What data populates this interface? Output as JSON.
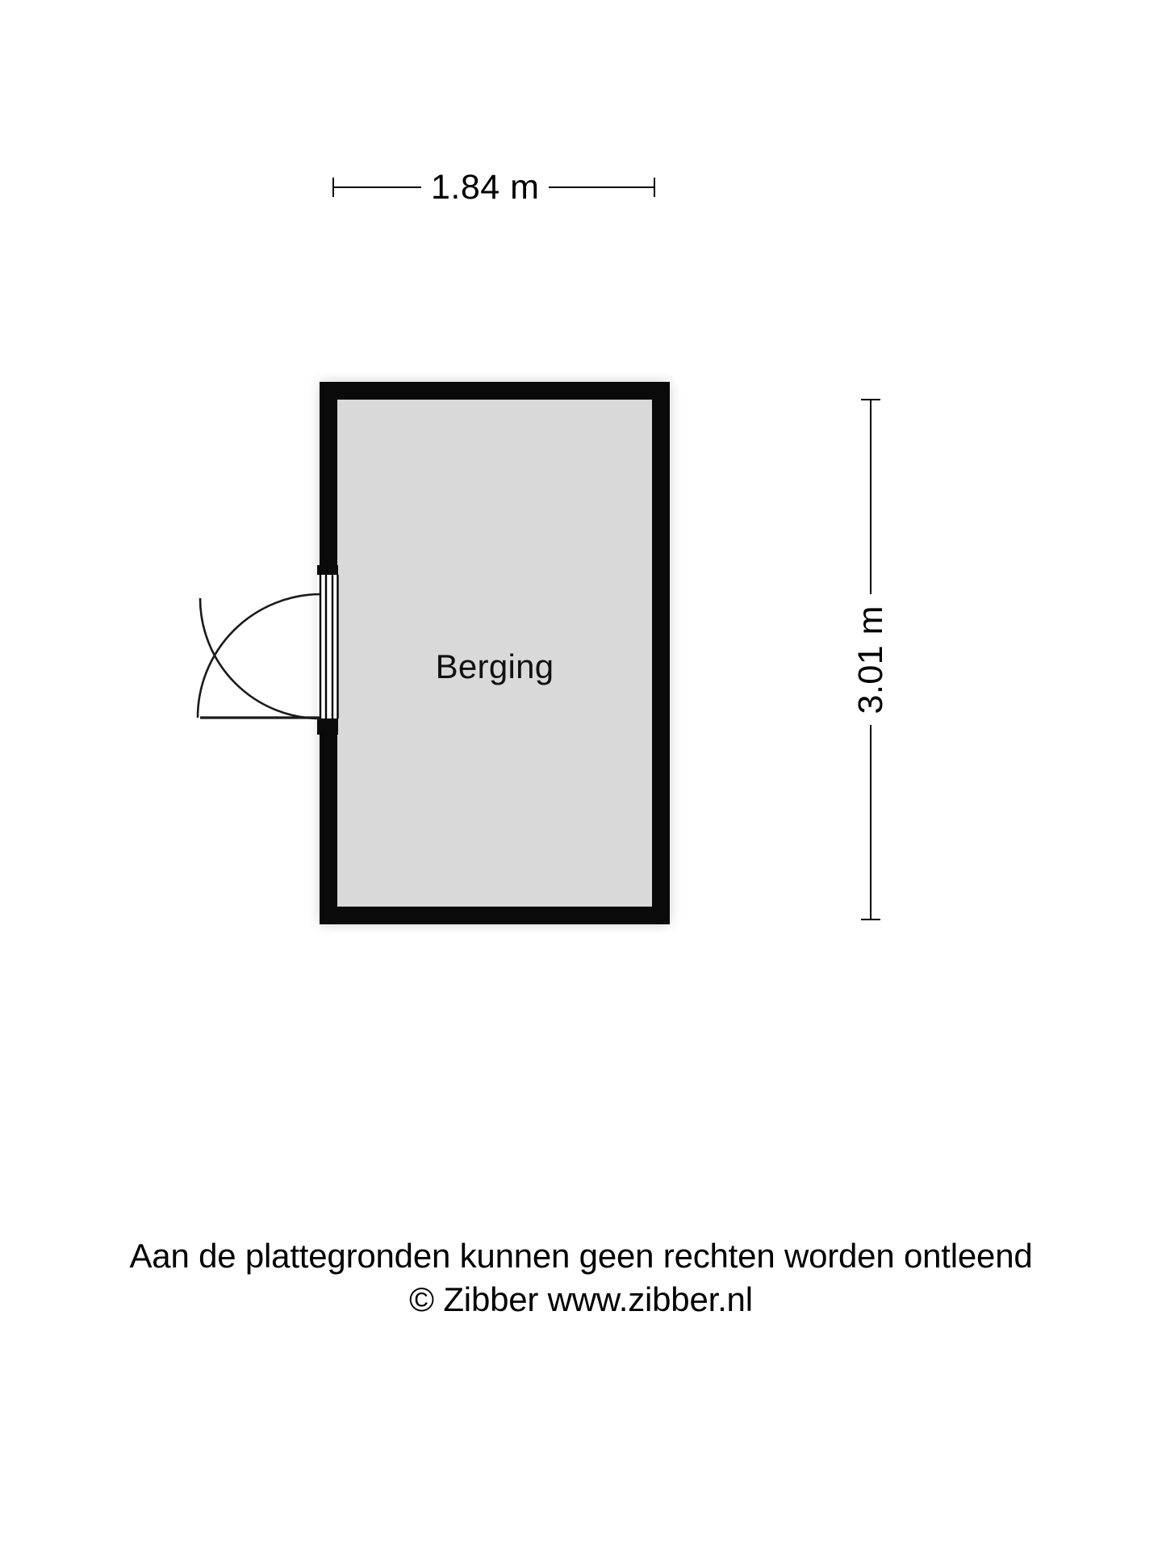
{
  "plan": {
    "room": {
      "label": "Berging",
      "fill_color": "#d9d9d9",
      "wall_color": "#0a0a0a"
    },
    "dimensions": {
      "width": {
        "value": "1.84 m",
        "orientation": "horizontal",
        "position": "top"
      },
      "height": {
        "value": "3.01 m",
        "orientation": "vertical",
        "position": "right"
      }
    },
    "door": {
      "name": "door-swing",
      "wall": "left",
      "swing": "outward",
      "hinge": "bottom"
    }
  },
  "footer": {
    "disclaimer": "Aan de plattegronden kunnen geen rechten worden ontleend",
    "copyright": "© Zibber www.zibber.nl"
  }
}
